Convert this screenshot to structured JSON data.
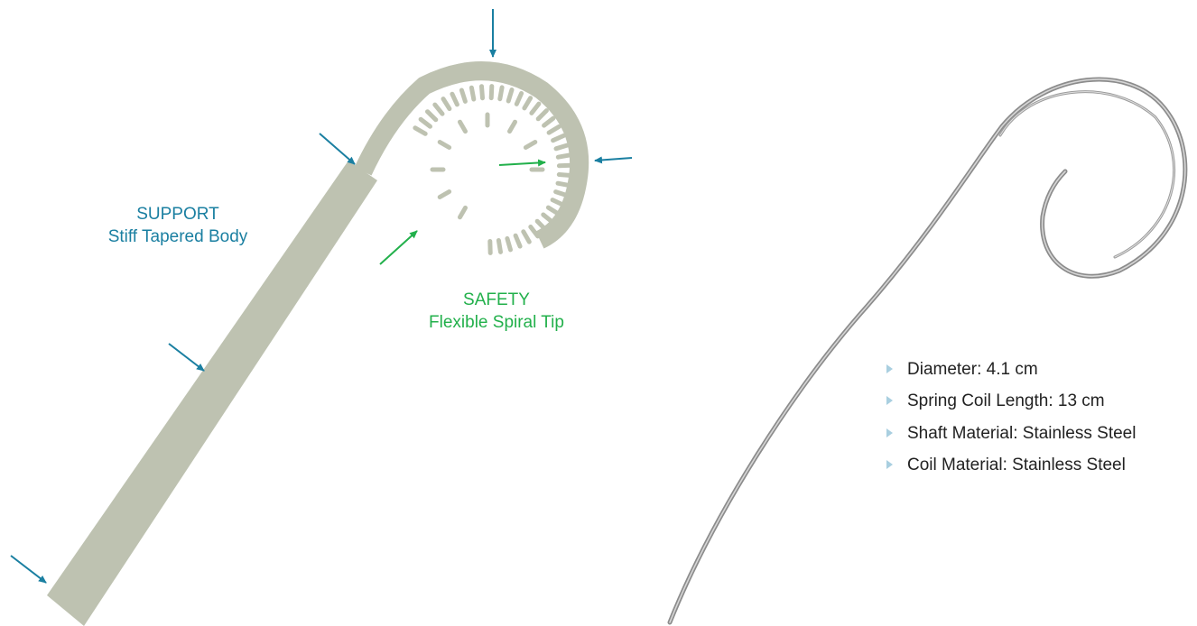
{
  "support_label": {
    "title": "SUPPORT",
    "subtitle": "Stiff Tapered Body"
  },
  "safety_label": {
    "title": "SAFETY",
    "subtitle": "Flexible Spiral Tip"
  },
  "specs": [
    "Diameter: 4.1 cm",
    "Spring Coil Length: 13 cm",
    "Shaft Material: Stainless Steel",
    "Coil Material: Stainless Steel"
  ],
  "colors": {
    "wire_body": "#BEC2B1",
    "support_arrow": "#1A7FA1",
    "safety_arrow": "#22B04B",
    "guidewire_metal": "#7A7A7A",
    "bullet": "#A9CFE0"
  }
}
